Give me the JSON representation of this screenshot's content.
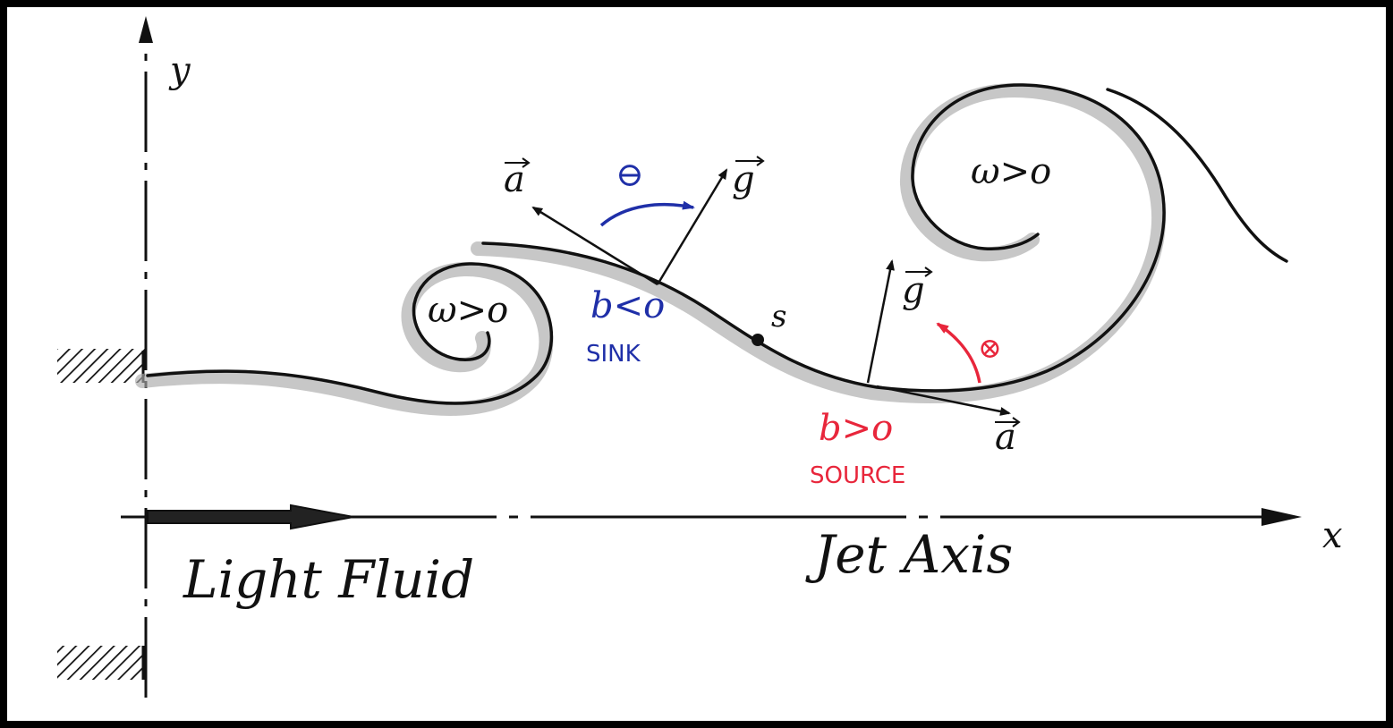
{
  "labels": {
    "y_axis": "y",
    "x_axis": "x",
    "light_fluid": "Light Fluid",
    "jet_axis": "Jet Axis",
    "omega_small": "ω>o",
    "omega_large": "ω>o",
    "a_upper": "a",
    "g_upper": "g",
    "minus_sign": "⊖",
    "b_negative": "b<o",
    "sink": "SINK",
    "point_s": "s",
    "g_lower": "g",
    "plus_sign": "⊗",
    "b_positive": "b>o",
    "source": "SOURCE",
    "a_lower": "a"
  },
  "colors": {
    "ink": "#111111",
    "shadow": "#9a9a9a",
    "blue": "#1f2fa8",
    "red": "#e8263b",
    "paper": "#ffffff",
    "border": "#000000"
  }
}
